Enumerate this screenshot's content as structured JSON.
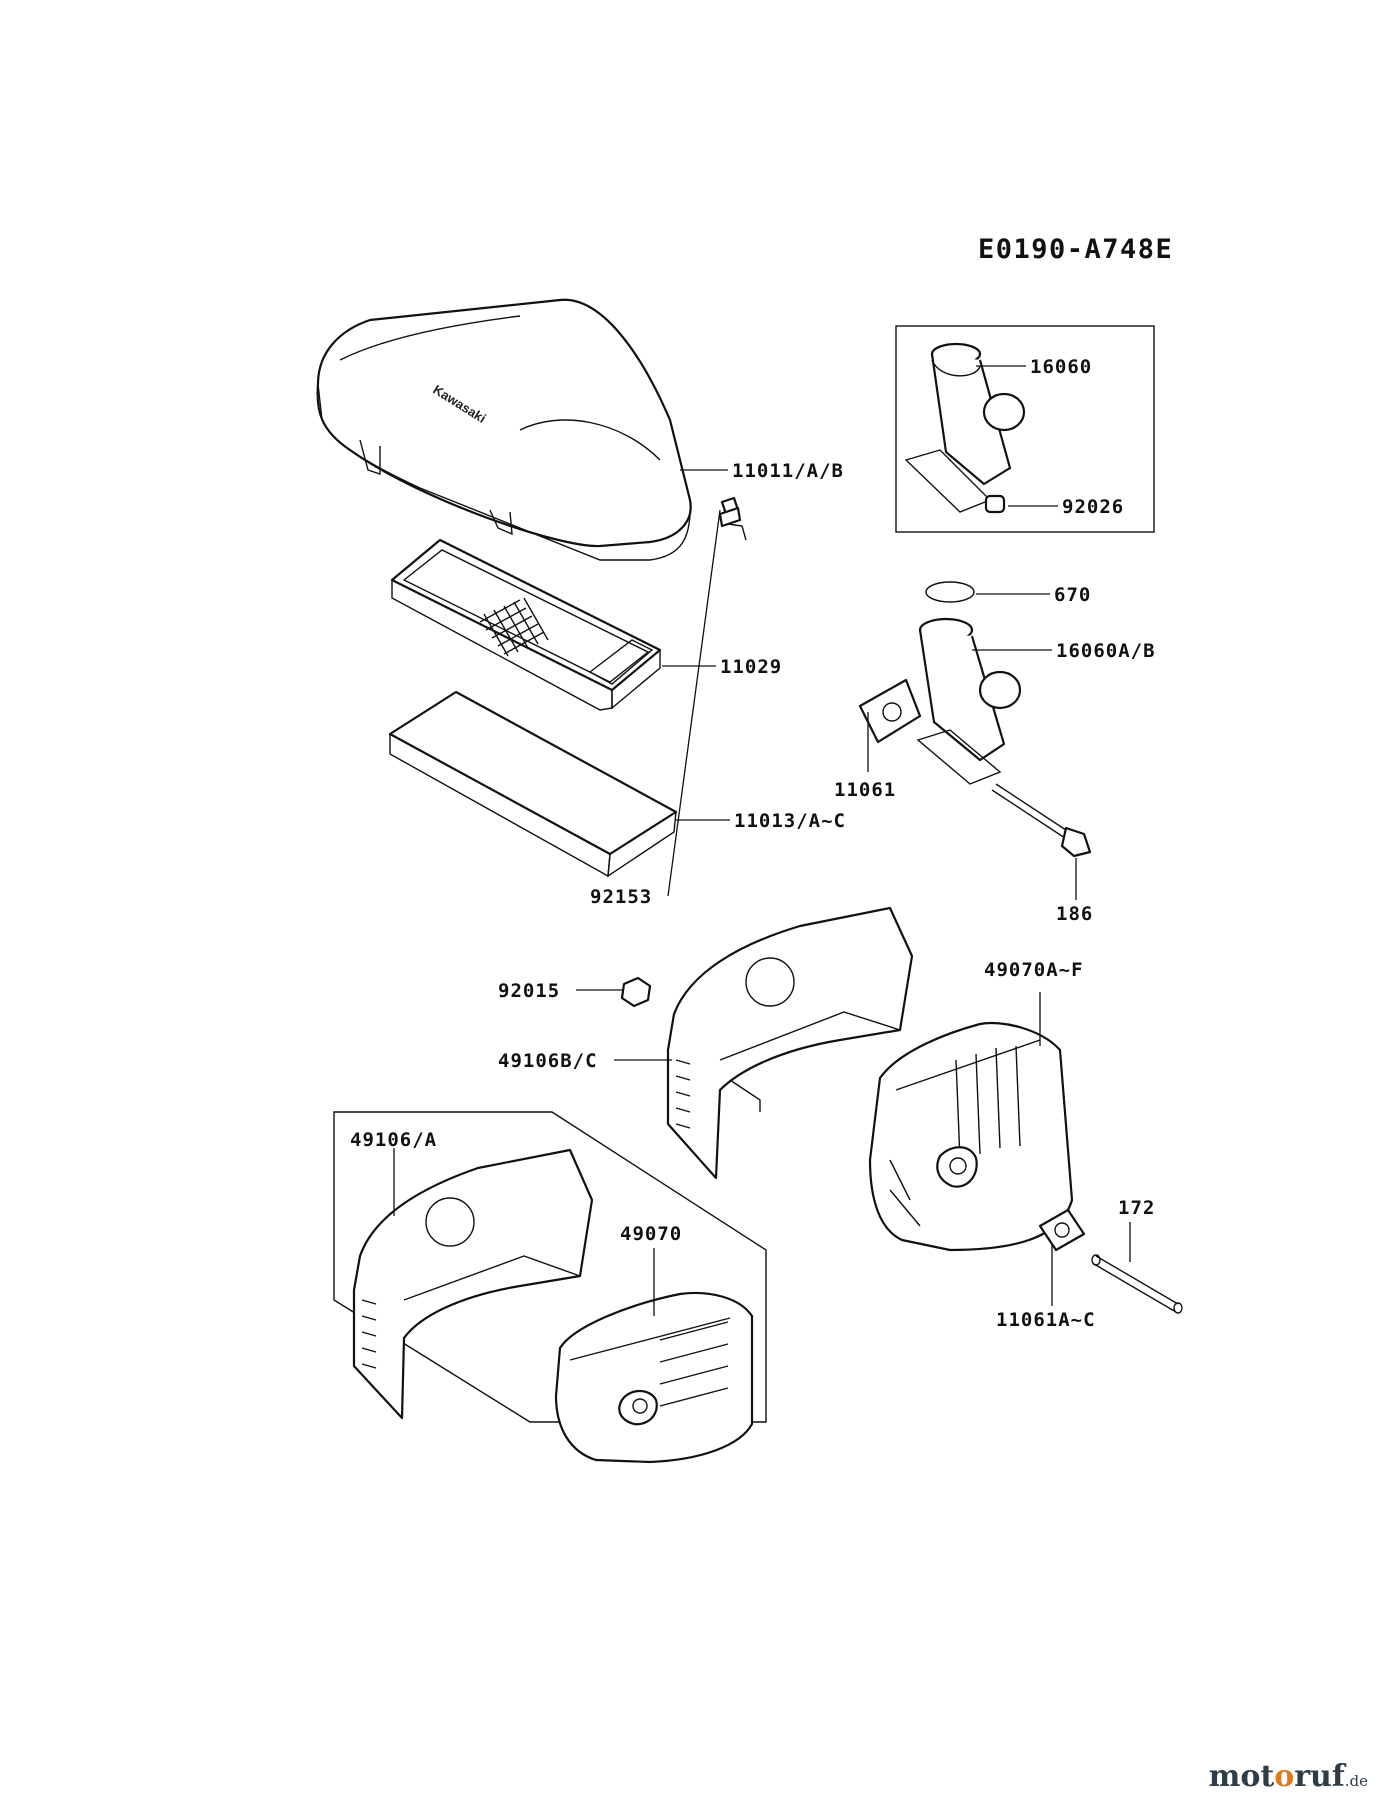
{
  "diagram_code": "E0190-A748E",
  "brand_on_cover": "Kawasaki",
  "watermark": {
    "prefix": "mot",
    "accent": "o",
    "suffix": "ruf",
    "tld": ".de"
  },
  "parts": [
    {
      "key": "air_cleaner_cover",
      "label": "11011/A/B"
    },
    {
      "key": "element_case",
      "label": "11029"
    },
    {
      "key": "pre_filter",
      "label": "11013/A~C"
    },
    {
      "key": "intake_pipe_boxed",
      "label": "16060"
    },
    {
      "key": "cap",
      "label": "92026"
    },
    {
      "key": "o_ring",
      "label": "670"
    },
    {
      "key": "intake_pipe",
      "label": "16060A/B"
    },
    {
      "key": "gasket_intake",
      "label": "11061"
    },
    {
      "key": "bolt",
      "label": "186"
    },
    {
      "key": "bolt_flanged",
      "label": "92153"
    },
    {
      "key": "nut",
      "label": "92015"
    },
    {
      "key": "muffler_cover_bc",
      "label": "49106B/C"
    },
    {
      "key": "muffler_af",
      "label": "49070A~F"
    },
    {
      "key": "stud",
      "label": "172"
    },
    {
      "key": "gasket_muffler",
      "label": "11061A~C"
    },
    {
      "key": "muffler_cover_a",
      "label": "49106/A"
    },
    {
      "key": "muffler",
      "label": "49070"
    }
  ]
}
